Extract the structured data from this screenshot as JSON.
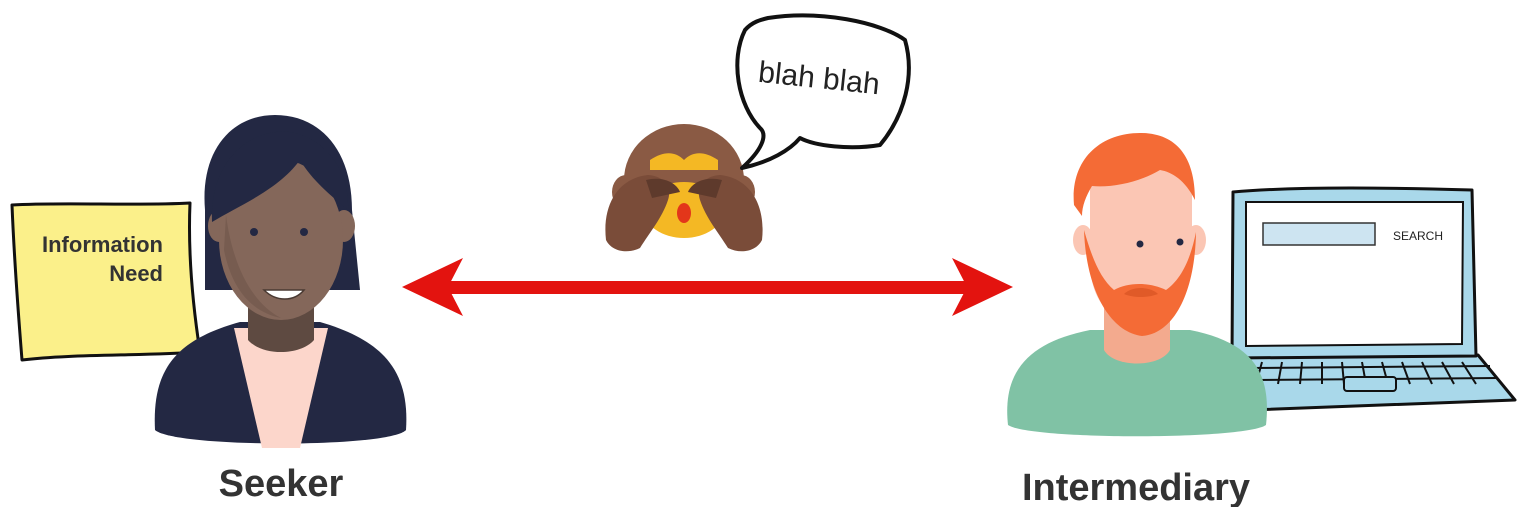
{
  "seeker": {
    "label": "Seeker",
    "note_line1": "Information",
    "note_line2": "Need"
  },
  "intermediary": {
    "label": "Intermediary",
    "search_button": "SEARCH"
  },
  "speech_bubble": {
    "text": "blah blah"
  },
  "icons": {
    "monkey": "see-no-evil-monkey-icon",
    "arrow": "double-headed-arrow"
  },
  "colors": {
    "arrow": "#e3130f",
    "note": "#fbf08a",
    "seeker_hair": "#232843",
    "seeker_skin": "#84675a",
    "seeker_top": "#232843",
    "intermediary_hair": "#f46b36",
    "intermediary_skin": "#fbc6b4",
    "intermediary_shirt": "#80c2a5",
    "laptop": "#a9d8ea",
    "monkey": "#8a5a44",
    "monkey_face": "#f4b824"
  }
}
